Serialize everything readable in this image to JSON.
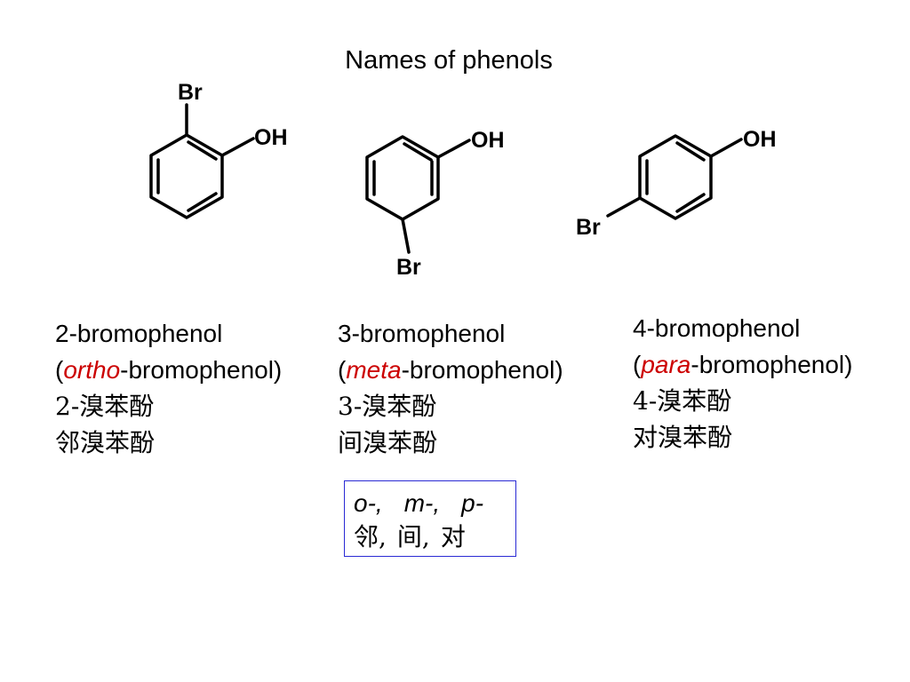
{
  "title": "Names of phenols",
  "structures": [
    {
      "id": "ortho",
      "substituent_label": "Br",
      "hydroxyl_label": "OH"
    },
    {
      "id": "meta",
      "substituent_label": "Br",
      "hydroxyl_label": "OH"
    },
    {
      "id": "para",
      "substituent_label": "Br",
      "hydroxyl_label": "OH"
    }
  ],
  "names": [
    {
      "systematic": "2-bromophenol",
      "open": "(",
      "prefix": "ortho",
      "rest": "-bromophenol)",
      "cn_systematic": "2-溴苯酚",
      "cn_common": "邻溴苯酚",
      "prefix_color": "#cc0000"
    },
    {
      "systematic": "3-bromophenol",
      "open": "(",
      "prefix": "meta",
      "rest": "-bromophenol)",
      "cn_systematic": "3-溴苯酚",
      "cn_common": "间溴苯酚",
      "prefix_color": "#cc0000"
    },
    {
      "systematic": "4-bromophenol",
      "open": "(",
      "prefix": "para",
      "rest": "-bromophenol)",
      "cn_systematic": "4-溴苯酚",
      "cn_common": "对溴苯酚",
      "prefix_color": "#cc0000"
    }
  ],
  "summary": {
    "abbreviations": [
      "o-,",
      "m-,",
      "p-"
    ],
    "chinese": [
      "邻,",
      "间,",
      "对"
    ],
    "border_color": "#2a2ad4"
  }
}
